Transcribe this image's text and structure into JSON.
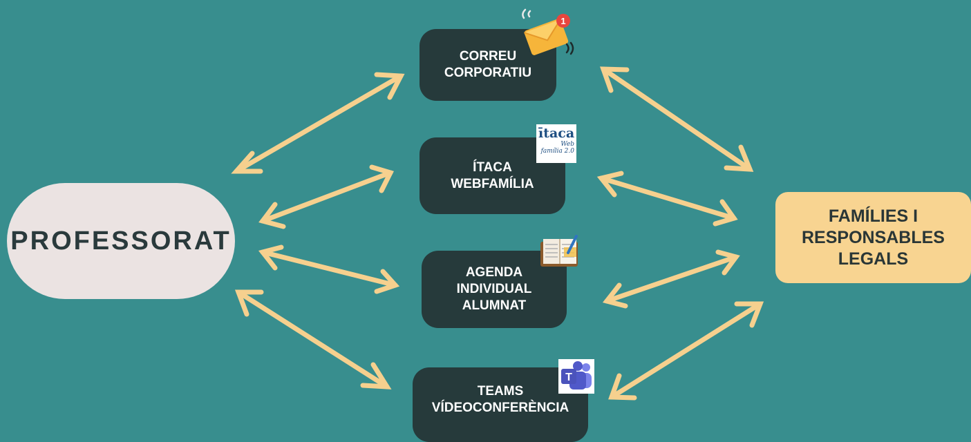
{
  "colors": {
    "background": "#388e8e",
    "channel_box": "#263a3b",
    "hub_box": "#ebe3e2",
    "families_box": "#f8d491",
    "arrow": "#f6d08e"
  },
  "hub": {
    "label": "PROFESSORAT"
  },
  "families": {
    "label": "FAMÍLIES I\nRESPONSABLES\nLEGALS"
  },
  "channels": [
    {
      "label": "CORREU\nCORPORATIU",
      "icon": "envelope-notification-icon",
      "badge": "1"
    },
    {
      "label": "ÍTACA\nWEBFAMÍLIA",
      "icon": "itaca-logo-icon",
      "logo_text": "ītaca",
      "logo_sub": "Web\nfamília 2.0"
    },
    {
      "label": "AGENDA\nINDIVIDUAL\nALUMNAT",
      "icon": "notebook-pen-icon"
    },
    {
      "label": "TEAMS\nVÍDEOCONFERÈNCIA",
      "icon": "teams-icon",
      "icon_letter": "T"
    }
  ]
}
